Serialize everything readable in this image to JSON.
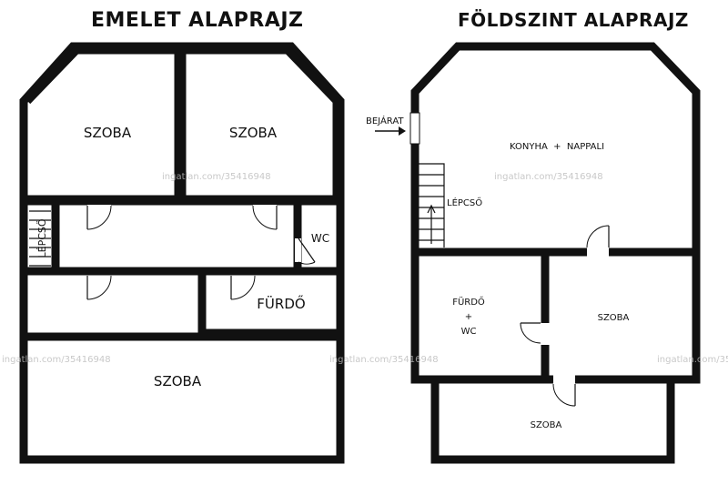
{
  "titles": {
    "upper_floor": "EMELET ALAPRAJZ",
    "ground_floor": "FÖLDSZINT ALAPRAJZ"
  },
  "upper_floor_rooms": {
    "room_top_left": "SZOBA",
    "room_top_right": "SZOBA",
    "stairs": "LÉPCSŐ",
    "wc": "WC",
    "bathroom": "FÜRDŐ",
    "room_bottom": "SZOBA"
  },
  "ground_floor_rooms": {
    "entrance": "BEJÁRAT",
    "kitchen_living": "KONYHA  +  NAPPALI",
    "stairs": "LÉPCSŐ",
    "bath_line1": "FÜRDŐ",
    "bath_plus": "+",
    "bath_line2": "WC",
    "room_right": "SZOBA",
    "room_bottom": "SZOBA"
  },
  "watermark": "ingatlan.com/35416948"
}
